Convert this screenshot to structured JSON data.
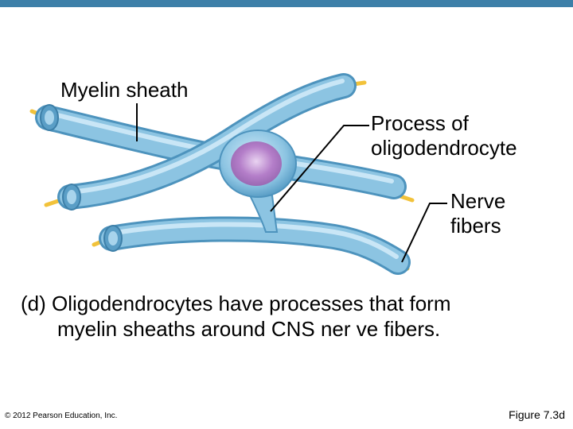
{
  "colors": {
    "top_bar": "#3d7fa8",
    "myelin_fill": "#8cc4e2",
    "myelin_highlight": "#c9e6f6",
    "myelin_dark": "#4d93bd",
    "axon": "#f2c23a",
    "nucleus": "#b47ec9",
    "leader_line": "#000000"
  },
  "labels": {
    "myelin_sheath": "Myelin sheath",
    "process_line1": "Process of",
    "process_line2": "oligodendrocyte",
    "nerve_line1": "Nerve",
    "nerve_line2": "fibers"
  },
  "caption": {
    "line1": "(d) Oligodendrocytes have processes that form",
    "line2": "myelin sheaths around CNS ner ve fibers."
  },
  "footer": {
    "copyright": "© 2012 Pearson Education, Inc.",
    "figure": "Figure 7.3d"
  }
}
